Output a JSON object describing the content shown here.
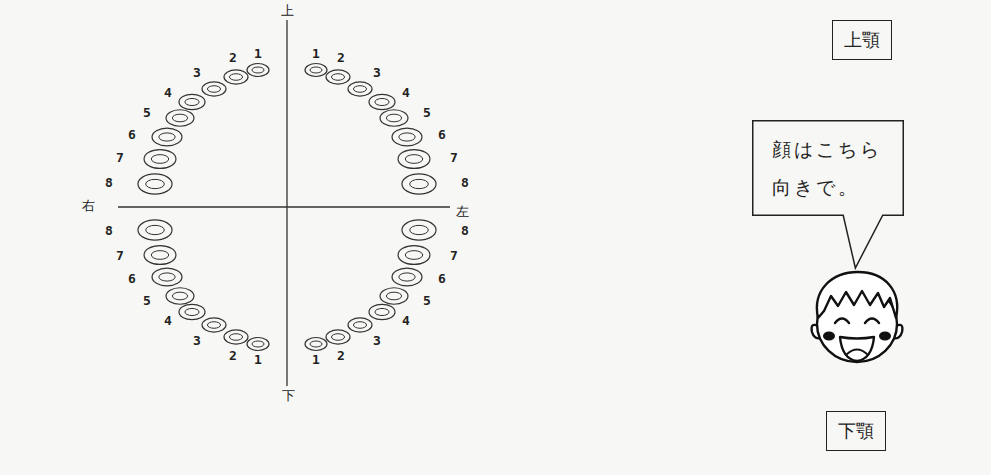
{
  "diagram": {
    "nodes": [
      {
        "text": [
          "上顎"
        ]
      },
      {
        "text": [
          "顔はこちら向きで。"
        ]
      },
      {
        "text": [
          "下顎"
        ]
      }
    ],
    "labels": [
      "上",
      "1",
      "2",
      "3",
      "4",
      "5",
      "6",
      "7",
      "8",
      "1",
      "2",
      "3",
      "4",
      "5",
      "6",
      "7",
      "8",
      "右",
      "左",
      "8",
      "7",
      "6",
      "5",
      "4",
      "3",
      "2",
      "1",
      "8",
      "7",
      "6",
      "5",
      "4",
      "3",
      "2",
      "1",
      "下"
    ]
  }
}
